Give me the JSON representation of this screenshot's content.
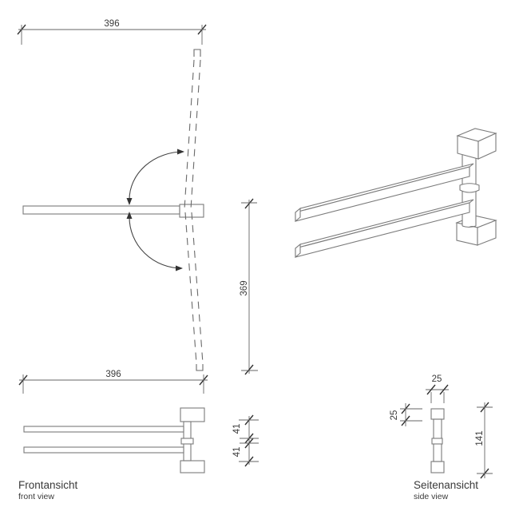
{
  "drawing": {
    "product": "double-swivel-towel-bar",
    "colors": {
      "background": "#ffffff",
      "outline": "#7b7b7b",
      "dimension_line": "#666666",
      "tick": "#333333",
      "text": "#3a3a3a"
    },
    "swivel_view": {
      "width_dim": "396",
      "swing_dim": "369"
    },
    "front_view": {
      "title": "Frontansicht",
      "subtitle": "front view",
      "width_dim": "396",
      "upper_offset_dim": "41",
      "lower_offset_dim": "41"
    },
    "side_view": {
      "title": "Seitenansicht",
      "subtitle": "side view",
      "post_width_dim": "25",
      "mount_height_dim": "25",
      "total_height_dim": "141"
    }
  }
}
